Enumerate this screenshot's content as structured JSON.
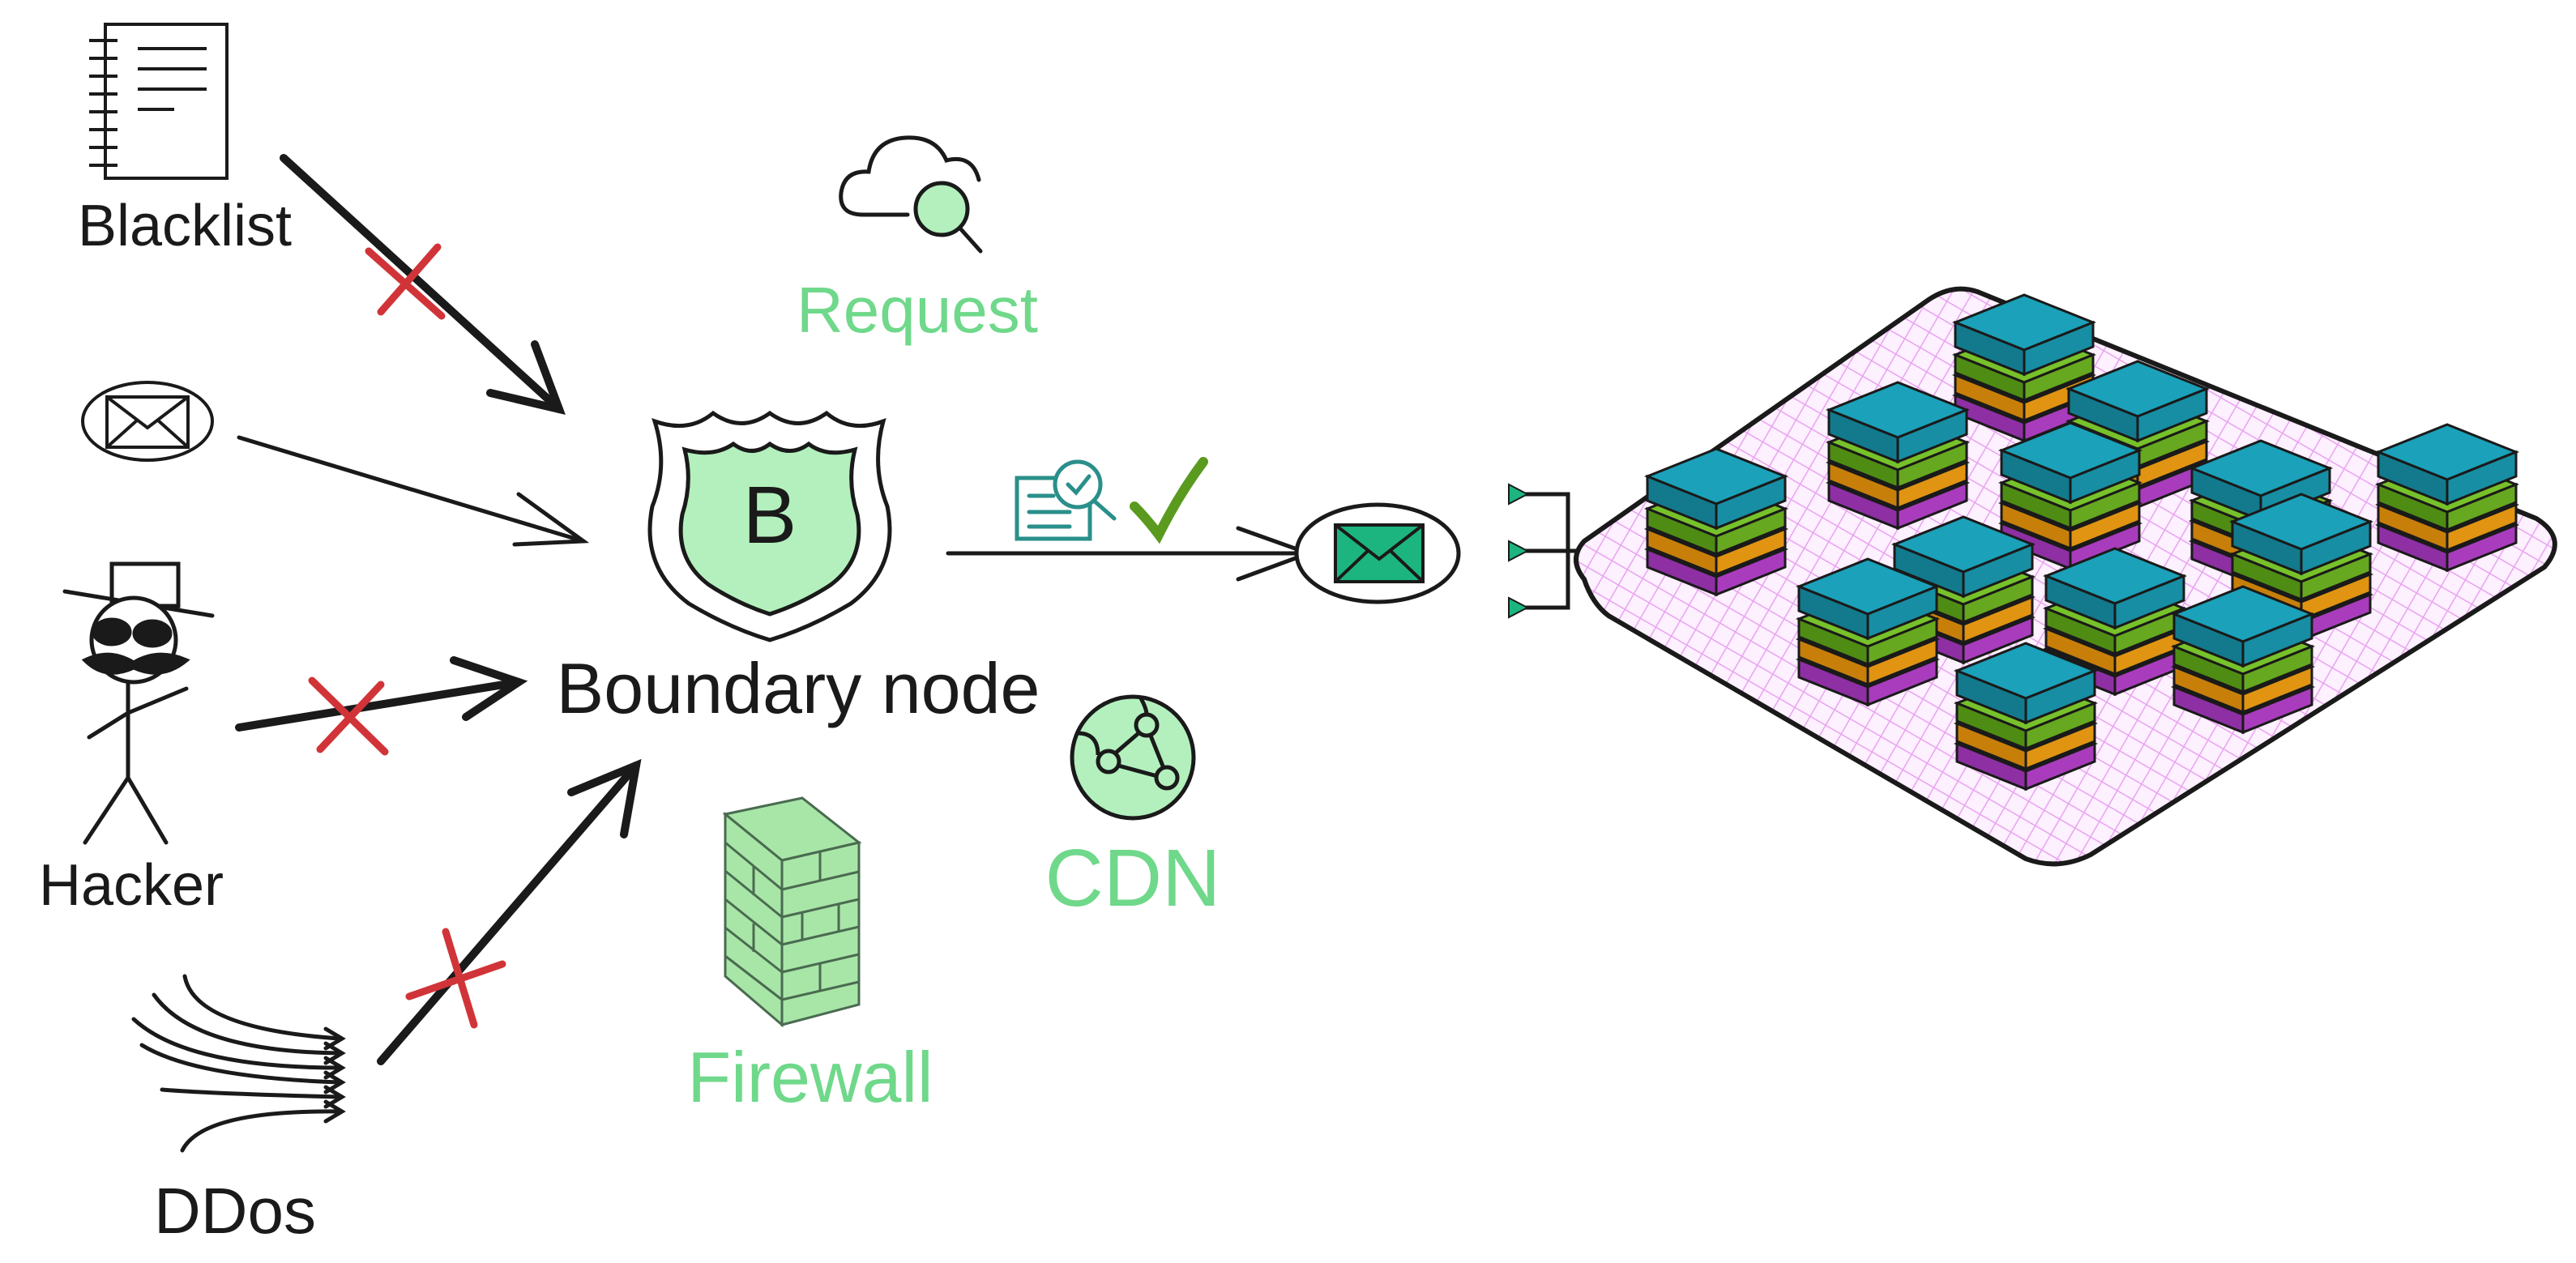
{
  "labels": {
    "blacklist": "Blacklist",
    "hacker": "Hacker",
    "ddos": "DDos",
    "request": "Request",
    "boundary_node": "Boundary node",
    "firewall": "Firewall",
    "cdn": "CDN",
    "shield_letter": "B"
  },
  "colors": {
    "ink": "#1a1a1a",
    "label_green": "#6fd88a",
    "shield_fill": "#b3f0bd",
    "blocked_x": "#d13438",
    "check": "#5a9a1e",
    "teal_icon": "#2a8f8a",
    "envelope_green": "#1db57f",
    "server_top": "#1ba1b9",
    "server_green": "#77c12a",
    "server_orange": "#f5a91b",
    "server_purple": "#c44ad6",
    "platform_grid": "#e9a3f0"
  },
  "icons": {
    "blacklist": "notebook-icon",
    "email": "envelope-icon",
    "hacker": "stick-figure-icon",
    "ddos": "flood-arrows-icon",
    "request": "cloud-search-icon",
    "boundary": "shield-icon",
    "firewall": "brick-wall-icon",
    "cdn": "network-globe-icon",
    "approved": "document-search-icon",
    "check": "checkmark-icon",
    "forwarded": "envelope-icon",
    "cluster": "server-stack-icon"
  }
}
